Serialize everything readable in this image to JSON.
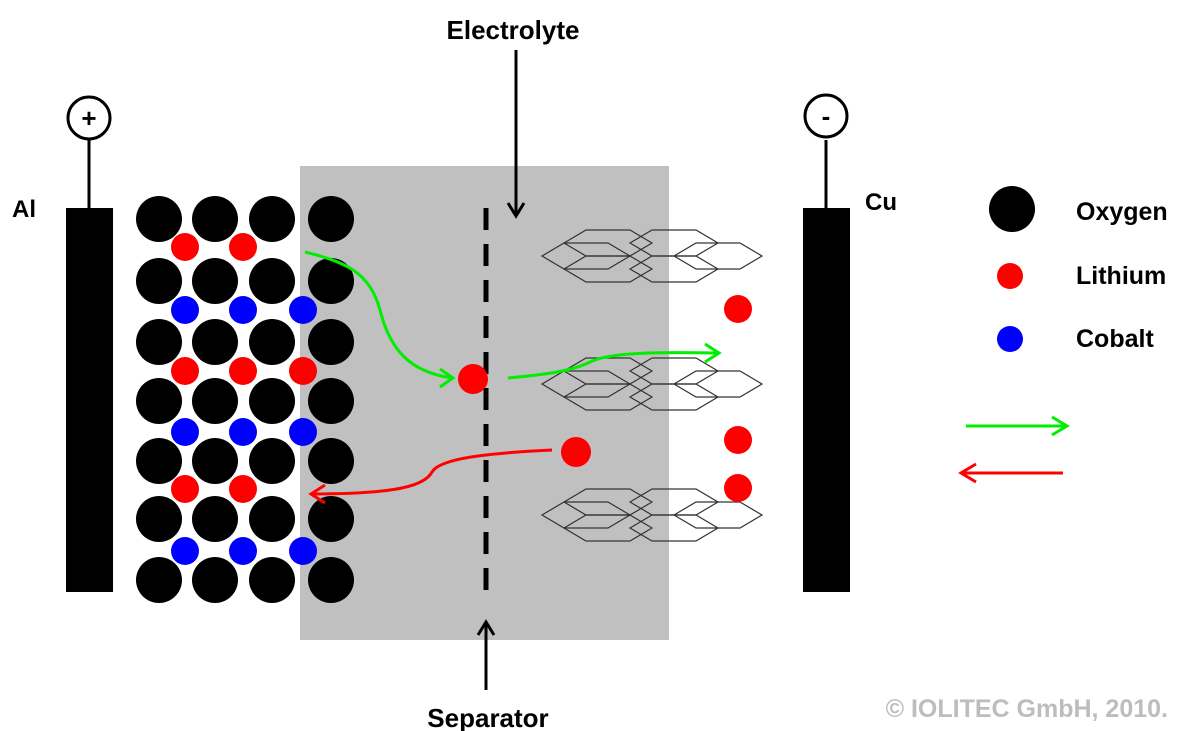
{
  "labels": {
    "electrolyte": "Electrolyte",
    "separator": "Separator",
    "anode_metal": "Al",
    "cathode_metal": "Cu",
    "positive_terminal": "+",
    "negative_terminal": "-",
    "copyright": "© IOLITEC GmbH, 2010."
  },
  "legend": {
    "items": [
      {
        "label": "Oxygen",
        "color": "#000000"
      },
      {
        "label": "Lithium",
        "color": "#ff0000"
      },
      {
        "label": "Cobalt",
        "color": "#0000ff"
      }
    ],
    "arrows": [
      {
        "color": "#00ee00",
        "direction": "right"
      },
      {
        "color": "#ff0000",
        "direction": "left"
      }
    ]
  },
  "colors": {
    "oxygen": "#000000",
    "lithium": "#ff0000",
    "cobalt": "#0000ff",
    "electrolyte": "#c0c0c0",
    "charge_arrow": "#00ee00",
    "discharge_arrow": "#ff0000"
  }
}
